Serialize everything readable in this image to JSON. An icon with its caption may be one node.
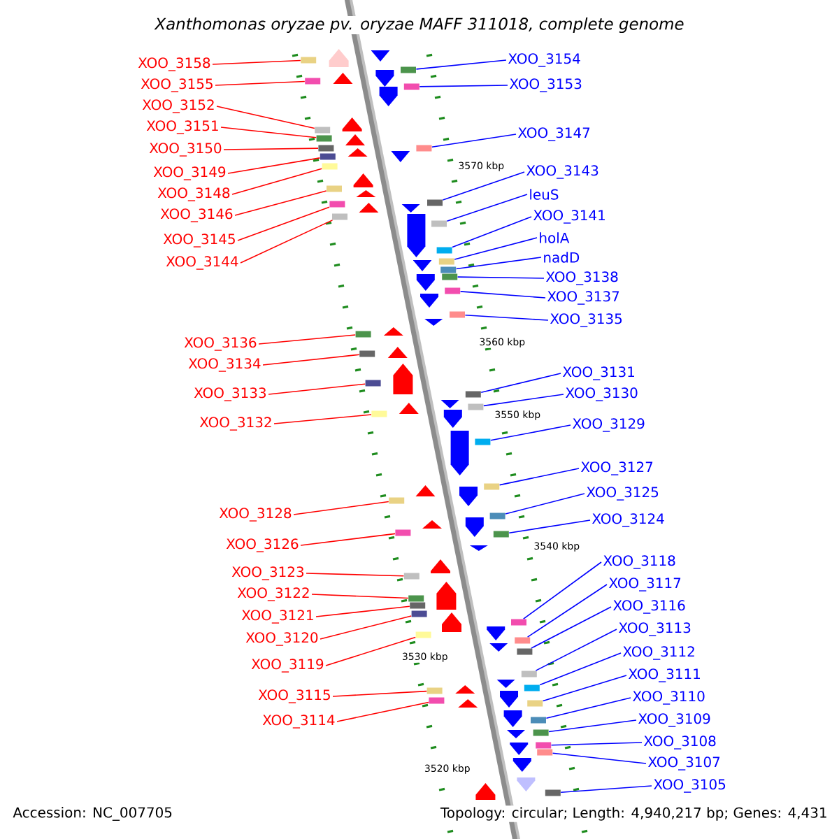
{
  "diagram": {
    "title": "Xanthomonas oryzae pv. oryzae MAFF 311018, complete genome",
    "nodes": [
      {
        "text": [
          "XOO_3158"
        ]
      },
      {
        "text": [
          "XOO_3155"
        ]
      },
      {
        "text": [
          "XOO_3152"
        ]
      },
      {
        "text": [
          "XOO_3151"
        ]
      },
      {
        "text": [
          "XOO_3150"
        ]
      },
      {
        "text": [
          "XOO_3149"
        ]
      },
      {
        "text": [
          "XOO_3148"
        ]
      },
      {
        "text": [
          "XOO_3146"
        ]
      },
      {
        "text": [
          "XOO_3145"
        ]
      },
      {
        "text": [
          "XOO_3144"
        ]
      },
      {
        "text": [
          "XOO_3136"
        ]
      },
      {
        "text": [
          "XOO_3134"
        ]
      },
      {
        "text": [
          "XOO_3133"
        ]
      },
      {
        "text": [
          "XOO_3132"
        ]
      },
      {
        "text": [
          "XOO_3128"
        ]
      },
      {
        "text": [
          "XOO_3126"
        ]
      },
      {
        "text": [
          "XOO_3123"
        ]
      },
      {
        "text": [
          "XOO_3122"
        ]
      },
      {
        "text": [
          "XOO_3121"
        ]
      },
      {
        "text": [
          "XOO_3120"
        ]
      },
      {
        "text": [
          "XOO_3119"
        ]
      },
      {
        "text": [
          "XOO_3115"
        ]
      },
      {
        "text": [
          "XOO_3114"
        ]
      },
      {
        "text": [
          "XOO_3154"
        ]
      },
      {
        "text": [
          "XOO_3153"
        ]
      },
      {
        "text": [
          "XOO_3147"
        ]
      },
      {
        "text": [
          "XOO_3143"
        ]
      },
      {
        "text": [
          "leuS"
        ]
      },
      {
        "text": [
          "XOO_3141"
        ]
      },
      {
        "text": [
          "holA"
        ]
      },
      {
        "text": [
          "nadD"
        ]
      },
      {
        "text": [
          "XOO_3138"
        ]
      },
      {
        "text": [
          "XOO_3137"
        ]
      },
      {
        "text": [
          "XOO_3135"
        ]
      },
      {
        "text": [
          "XOO_3131"
        ]
      },
      {
        "text": [
          "XOO_3130"
        ]
      },
      {
        "text": [
          "XOO_3129"
        ]
      },
      {
        "text": [
          "XOO_3127"
        ]
      },
      {
        "text": [
          "XOO_3125"
        ]
      },
      {
        "text": [
          "XOO_3124"
        ]
      },
      {
        "text": [
          "XOO_3118"
        ]
      },
      {
        "text": [
          "XOO_3117"
        ]
      },
      {
        "text": [
          "XOO_3116"
        ]
      },
      {
        "text": [
          "XOO_3113"
        ]
      },
      {
        "text": [
          "XOO_3112"
        ]
      },
      {
        "text": [
          "XOO_3111"
        ]
      },
      {
        "text": [
          "XOO_3110"
        ]
      },
      {
        "text": [
          "XOO_3109"
        ]
      },
      {
        "text": [
          "XOO_3108"
        ]
      },
      {
        "text": [
          "XOO_3107"
        ]
      },
      {
        "text": [
          "XOO_3105"
        ]
      },
      {
        "text": [],
        "shape": "box"
      },
      {
        "text": [],
        "shape": "box"
      },
      {
        "text": [],
        "shape": "box"
      },
      {
        "text": [],
        "shape": "box"
      },
      {
        "text": [],
        "shape": "box"
      },
      {
        "text": [],
        "shape": "box"
      },
      {
        "text": [],
        "shape": "box"
      },
      {
        "text": [],
        "shape": "box"
      },
      {
        "text": [],
        "shape": "box"
      },
      {
        "text": [],
        "shape": "box"
      },
      {
        "text": [],
        "shape": "box"
      },
      {
        "text": [],
        "shape": "box"
      },
      {
        "text": [],
        "shape": "box"
      },
      {
        "text": [],
        "shape": "box"
      },
      {
        "text": [],
        "shape": "box"
      },
      {
        "text": [],
        "shape": "box"
      },
      {
        "text": [],
        "shape": "box"
      },
      {
        "text": [],
        "shape": "box"
      },
      {
        "text": [],
        "shape": "box"
      },
      {
        "text": [],
        "shape": "box"
      },
      {
        "text": [],
        "shape": "box"
      },
      {
        "text": [],
        "shape": "box"
      },
      {
        "text": [],
        "shape": "box"
      },
      {
        "text": [],
        "shape": "box"
      },
      {
        "text": [],
        "shape": "box"
      },
      {
        "text": [],
        "shape": "box"
      },
      {
        "text": [],
        "shape": "box"
      },
      {
        "text": [],
        "shape": "box"
      },
      {
        "text": [],
        "shape": "box"
      },
      {
        "text": [],
        "shape": "box"
      },
      {
        "text": [],
        "shape": "box"
      },
      {
        "text": [],
        "shape": "box"
      },
      {
        "text": [],
        "shape": "box"
      },
      {
        "text": [],
        "shape": "box"
      },
      {
        "text": [],
        "shape": "box"
      },
      {
        "text": [],
        "shape": "box"
      },
      {
        "text": [],
        "shape": "box"
      },
      {
        "text": [],
        "shape": "box"
      },
      {
        "text": [],
        "shape": "box"
      },
      {
        "text": [],
        "shape": "box"
      },
      {
        "text": [],
        "shape": "box"
      },
      {
        "text": [],
        "shape": "box"
      },
      {
        "text": [],
        "shape": "box"
      },
      {
        "text": [],
        "shape": "box"
      },
      {
        "text": [],
        "shape": "box"
      },
      {
        "text": [],
        "shape": "box"
      },
      {
        "text": [],
        "shape": "box"
      },
      {
        "text": [],
        "shape": "box"
      },
      {
        "text": [],
        "shape": "box"
      },
      {
        "text": [],
        "shape": "box"
      },
      {
        "text": [],
        "shape": "box"
      }
    ],
    "edges": [
      {
        "from": 0,
        "to": 51,
        "arrow": "none",
        "color": "#ff0000"
      },
      {
        "from": 1,
        "to": 52,
        "arrow": "none",
        "color": "#ff0000"
      },
      {
        "from": 2,
        "to": 53,
        "arrow": "none",
        "color": "#ff0000"
      },
      {
        "from": 3,
        "to": 54,
        "arrow": "none",
        "color": "#ff0000"
      },
      {
        "from": 4,
        "to": 55,
        "arrow": "none",
        "color": "#ff0000"
      },
      {
        "from": 5,
        "to": 56,
        "arrow": "none",
        "color": "#ff0000"
      },
      {
        "from": 6,
        "to": 57,
        "arrow": "none",
        "color": "#ff0000"
      },
      {
        "from": 7,
        "to": 58,
        "arrow": "none",
        "color": "#ff0000"
      },
      {
        "from": 8,
        "to": 59,
        "arrow": "none",
        "color": "#ff0000"
      },
      {
        "from": 9,
        "to": 60,
        "arrow": "none",
        "color": "#ff0000"
      },
      {
        "from": 10,
        "to": 61,
        "arrow": "none",
        "color": "#ff0000"
      },
      {
        "from": 11,
        "to": 62,
        "arrow": "none",
        "color": "#ff0000"
      },
      {
        "from": 12,
        "to": 63,
        "arrow": "none",
        "color": "#ff0000"
      },
      {
        "from": 13,
        "to": 64,
        "arrow": "none",
        "color": "#ff0000"
      },
      {
        "from": 14,
        "to": 65,
        "arrow": "none",
        "color": "#ff0000"
      },
      {
        "from": 15,
        "to": 66,
        "arrow": "none",
        "color": "#ff0000"
      },
      {
        "from": 16,
        "to": 67,
        "arrow": "none",
        "color": "#ff0000"
      },
      {
        "from": 17,
        "to": 68,
        "arrow": "none",
        "color": "#ff0000"
      },
      {
        "from": 18,
        "to": 69,
        "arrow": "none",
        "color": "#ff0000"
      },
      {
        "from": 19,
        "to": 70,
        "arrow": "none",
        "color": "#ff0000"
      },
      {
        "from": 20,
        "to": 71,
        "arrow": "none",
        "color": "#ff0000"
      },
      {
        "from": 21,
        "to": 72,
        "arrow": "none",
        "color": "#ff0000"
      },
      {
        "from": 22,
        "to": 73,
        "arrow": "none",
        "color": "#ff0000"
      },
      {
        "from": 23,
        "to": 74,
        "arrow": "none"
      },
      {
        "from": 24,
        "to": 75,
        "arrow": "none"
      },
      {
        "from": 25,
        "to": 76,
        "arrow": "none"
      },
      {
        "from": 26,
        "to": 77,
        "arrow": "none"
      },
      {
        "from": 27,
        "to": 78,
        "arrow": "none"
      },
      {
        "from": 28,
        "to": 79,
        "arrow": "none"
      },
      {
        "from": 29,
        "to": 80,
        "arrow": "none"
      },
      {
        "from": 30,
        "to": 81,
        "arrow": "none"
      },
      {
        "from": 31,
        "to": 82,
        "arrow": "none"
      },
      {
        "from": 32,
        "to": 83,
        "arrow": "none"
      },
      {
        "from": 33,
        "to": 84,
        "arrow": "none"
      },
      {
        "from": 34,
        "to": 85,
        "arrow": "none"
      },
      {
        "from": 35,
        "to": 86,
        "arrow": "none"
      },
      {
        "from": 36,
        "to": 87,
        "arrow": "none"
      },
      {
        "from": 37,
        "to": 88,
        "arrow": "none"
      },
      {
        "from": 38,
        "to": 89,
        "arrow": "none"
      },
      {
        "from": 39,
        "to": 90,
        "arrow": "none"
      },
      {
        "from": 40,
        "to": 91,
        "arrow": "none"
      },
      {
        "from": 41,
        "to": 92,
        "arrow": "none"
      },
      {
        "from": 42,
        "to": 93,
        "arrow": "none"
      },
      {
        "from": 43,
        "to": 94,
        "arrow": "none"
      },
      {
        "from": 44,
        "to": 95,
        "arrow": "none"
      },
      {
        "from": 45,
        "to": 96,
        "arrow": "none"
      },
      {
        "from": 46,
        "to": 97,
        "arrow": "none"
      },
      {
        "from": 47,
        "to": 98,
        "arrow": "none"
      },
      {
        "from": 48,
        "to": 99,
        "arrow": "none"
      },
      {
        "from": 49,
        "to": 100,
        "arrow": "none"
      },
      {
        "from": 50,
        "to": 101,
        "arrow": "none"
      }
    ],
    "labels": [
      "3570 kbp",
      "3560 kbp",
      "3550 kbp",
      "3540 kbp",
      "3530 kbp",
      "3520 kbp",
      "Accession: NC_007705",
      "Topology: circular; Length: 4,940,217 bp; Genes: 4,431"
    ]
  }
}
